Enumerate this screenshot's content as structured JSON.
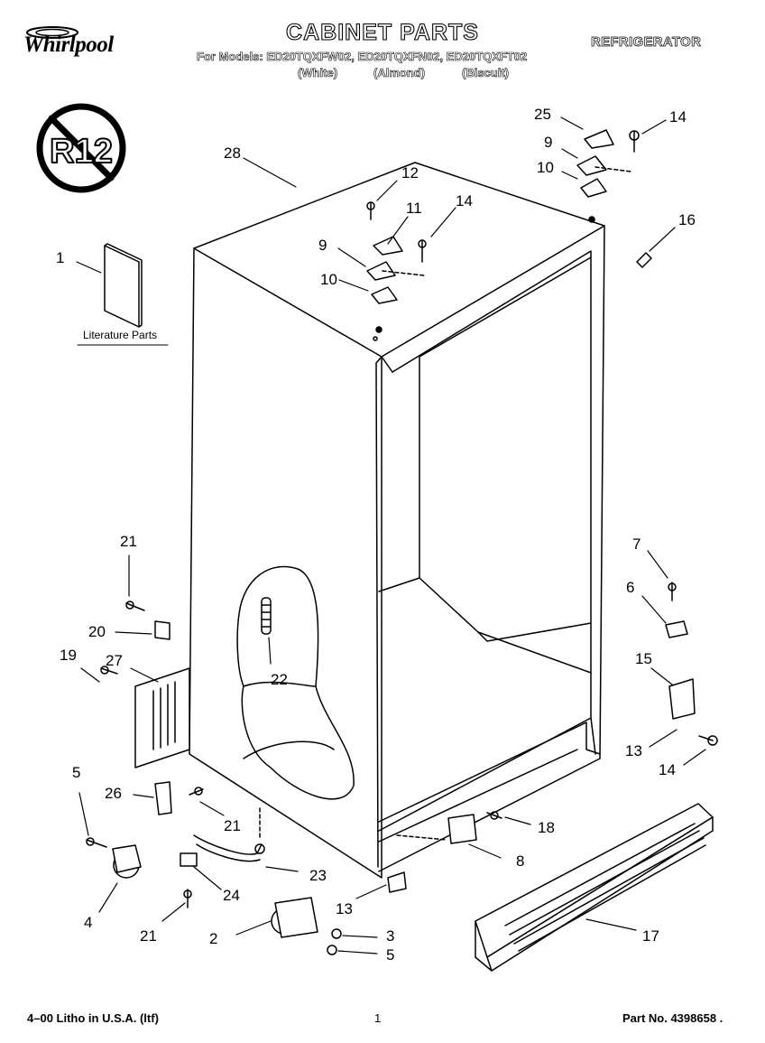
{
  "header": {
    "brand": "Whirlpool",
    "title": "CABINET PARTS",
    "subtitle": "REFRIGERATOR",
    "models": "For Models: ED20TQXFW02, ED20TQXFN02, ED20TQXFT02",
    "colors": [
      "(White)",
      "(Almond)",
      "(Biscuit)"
    ],
    "r12_badge": "R12"
  },
  "diagram": {
    "literature_label": "Literature Parts",
    "callouts": {
      "c28": "28",
      "c1": "1",
      "c25": "25",
      "c14a": "14",
      "c9a": "9",
      "c10a": "10",
      "c12": "12",
      "c11": "11",
      "c14b": "14",
      "c9b": "9",
      "c10b": "10",
      "c16": "16",
      "c21a": "21",
      "c20": "20",
      "c19": "19",
      "c27": "27",
      "c22": "22",
      "c7": "7",
      "c6": "6",
      "c15": "15",
      "c13a": "13",
      "c14c": "14",
      "c5a": "5",
      "c26": "26",
      "c21b": "21",
      "c18": "18",
      "c8": "8",
      "c23": "23",
      "c24": "24",
      "c4": "4",
      "c13b": "13",
      "c17": "17",
      "c21c": "21",
      "c2": "2",
      "c3": "3",
      "c5b": "5"
    }
  },
  "footer": {
    "litho": "4–00 Litho in U.S.A. (ltf)",
    "page": "1",
    "part_no": "Part No. 4398658 ."
  }
}
